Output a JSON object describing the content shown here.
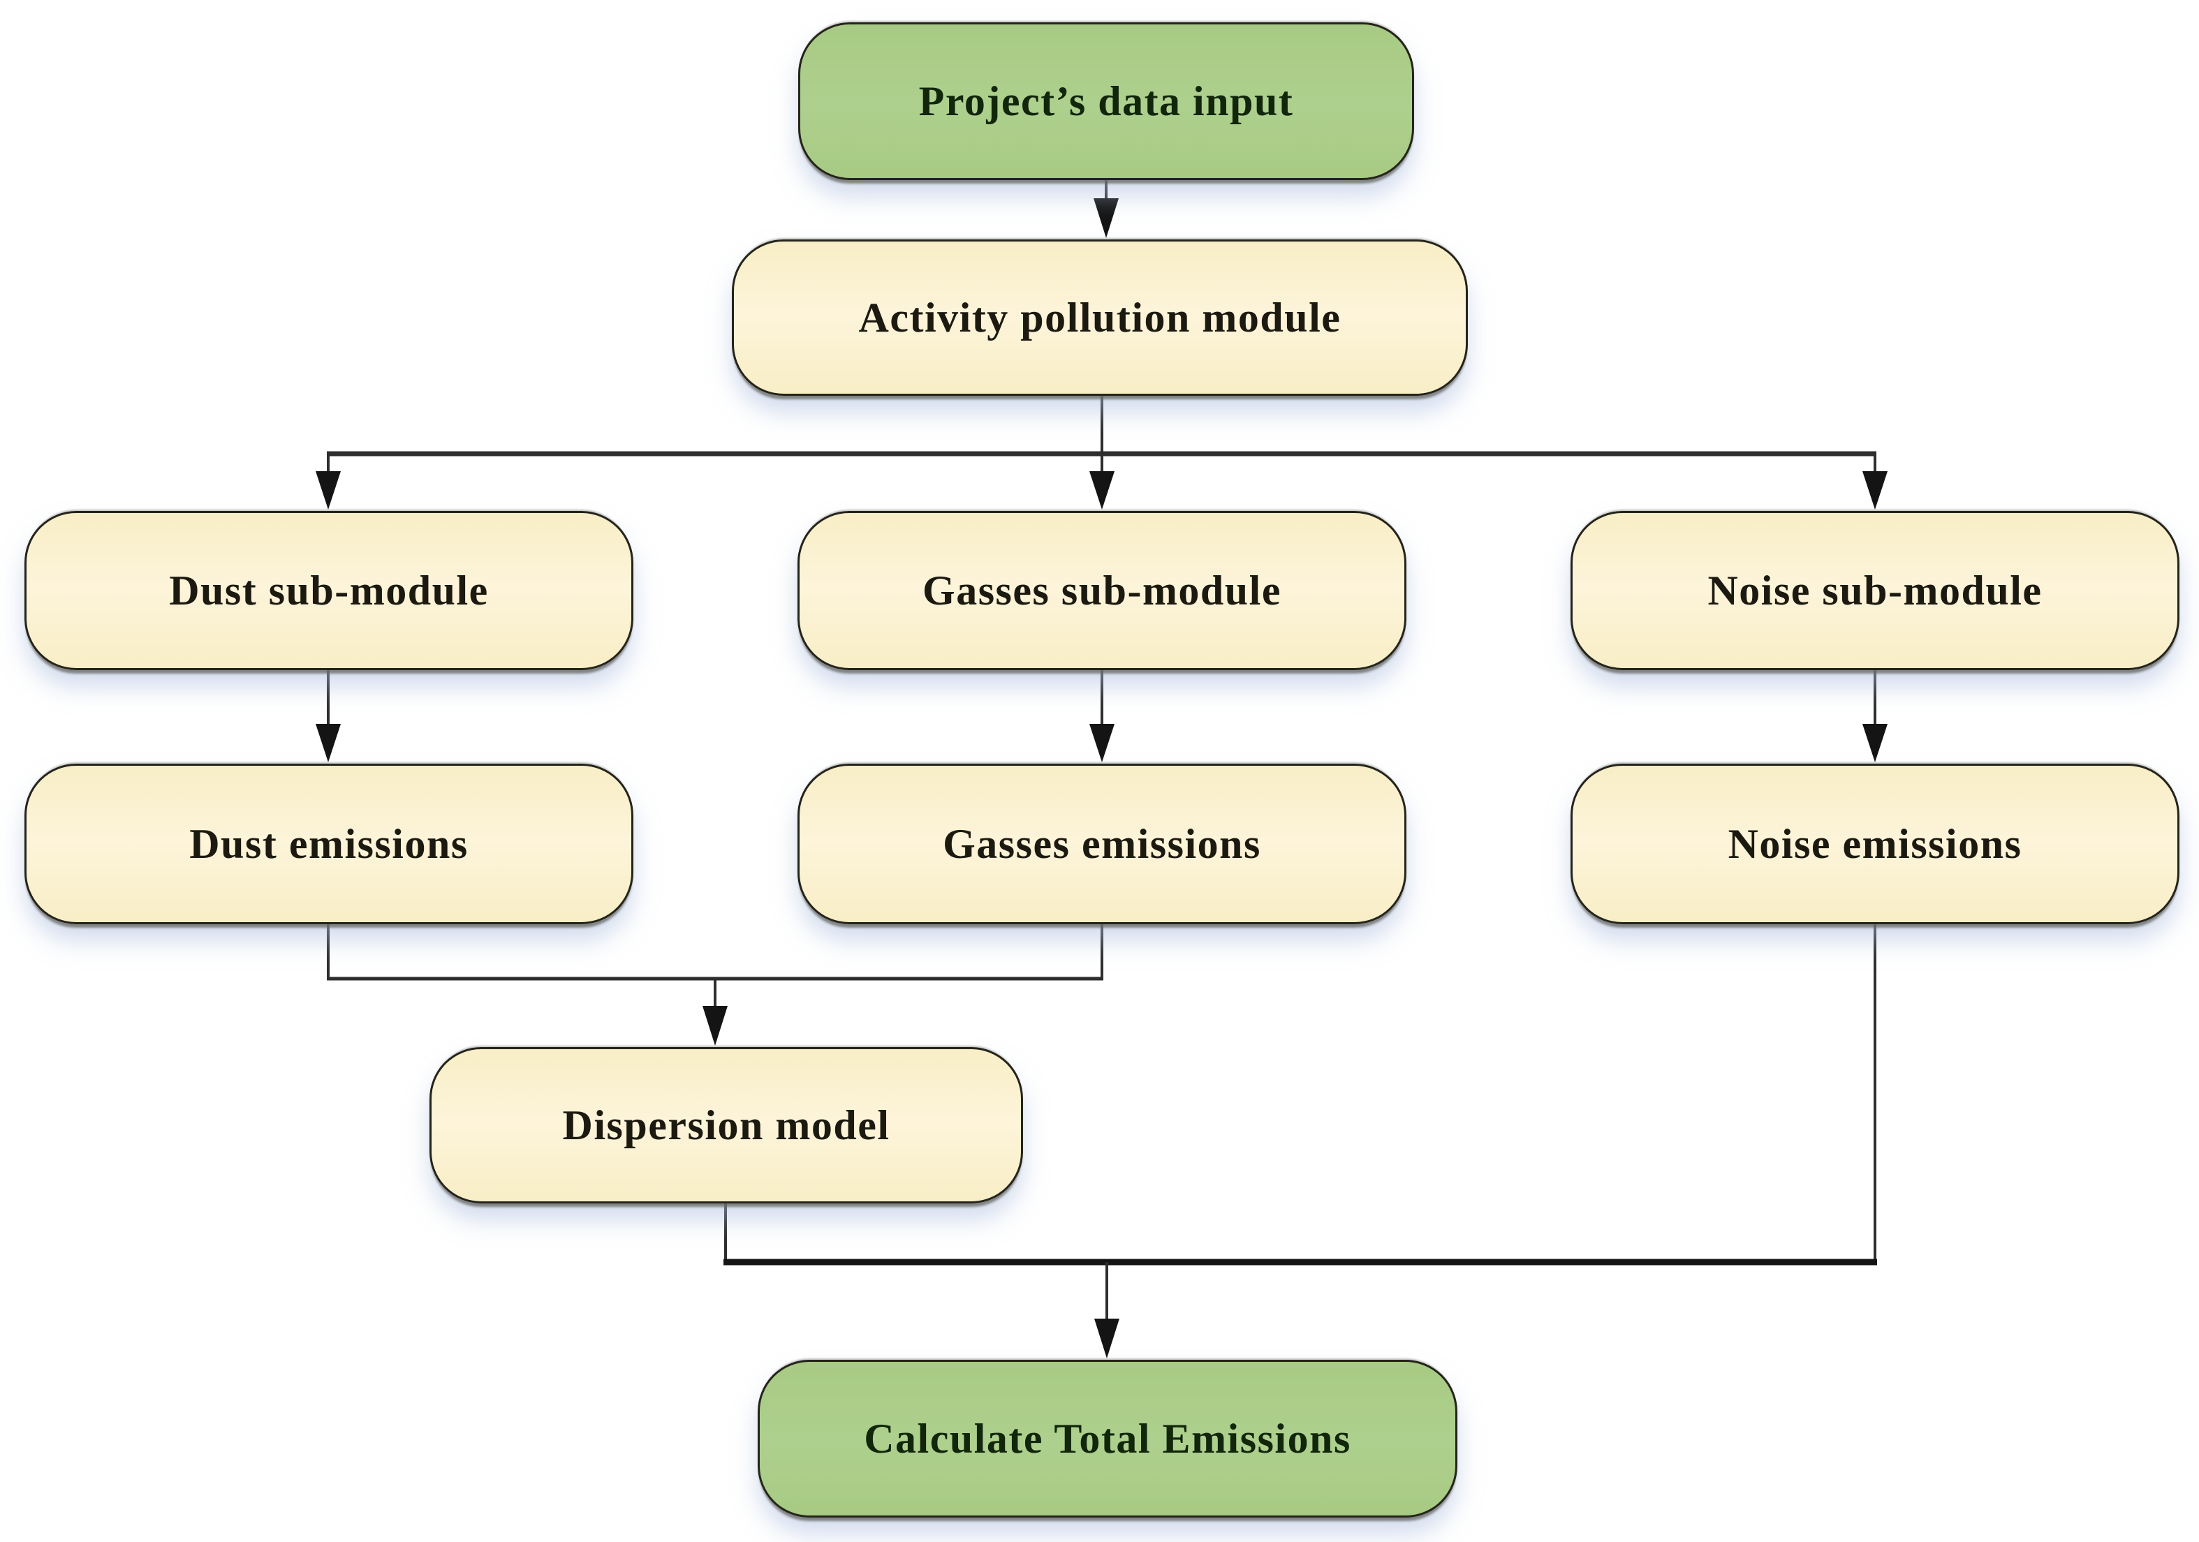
{
  "diagram_type": "flowchart",
  "colors": {
    "canvas_bg": "#ffffff",
    "green_fill": "#a7ca83",
    "green_fill_light": "#aed08e",
    "green_text": "#11260b",
    "cream_fill": "#f8eec6",
    "cream_fill_light": "#fdf4da",
    "cream_text": "#1c1a10",
    "node_border": "#24241b",
    "line": "#2e2e2e",
    "line_dark": "#141414"
  },
  "nodes": {
    "project_data_input": {
      "label": "Project’s data input",
      "shape": "rounded-rectangle",
      "color": "green"
    },
    "activity_pollution_module": {
      "label": "Activity pollution module",
      "shape": "rounded-rectangle",
      "color": "cream"
    },
    "dust_sub_module": {
      "label": "Dust sub-module",
      "shape": "rounded-rectangle",
      "color": "cream"
    },
    "gasses_sub_module": {
      "label": "Gasses sub-module",
      "shape": "rounded-rectangle",
      "color": "cream"
    },
    "noise_sub_module": {
      "label": "Noise sub-module",
      "shape": "rounded-rectangle",
      "color": "cream"
    },
    "dust_emissions": {
      "label": "Dust emissions",
      "shape": "rounded-rectangle",
      "color": "cream"
    },
    "gasses_emissions": {
      "label": "Gasses emissions",
      "shape": "rounded-rectangle",
      "color": "cream"
    },
    "noise_emissions": {
      "label": "Noise emissions",
      "shape": "rounded-rectangle",
      "color": "cream"
    },
    "dispersion_model": {
      "label": "Dispersion model",
      "shape": "rounded-rectangle",
      "color": "cream"
    },
    "calculate_total_emissions": {
      "label": "Calculate Total Emissions",
      "shape": "rounded-rectangle",
      "color": "green"
    }
  },
  "edges": [
    {
      "from": "project_data_input",
      "to": "activity_pollution_module"
    },
    {
      "from": "activity_pollution_module",
      "to": "dust_sub_module"
    },
    {
      "from": "activity_pollution_module",
      "to": "gasses_sub_module"
    },
    {
      "from": "activity_pollution_module",
      "to": "noise_sub_module"
    },
    {
      "from": "dust_sub_module",
      "to": "dust_emissions"
    },
    {
      "from": "gasses_sub_module",
      "to": "gasses_emissions"
    },
    {
      "from": "noise_sub_module",
      "to": "noise_emissions"
    },
    {
      "from": "dust_emissions",
      "to": "dispersion_model"
    },
    {
      "from": "gasses_emissions",
      "to": "dispersion_model"
    },
    {
      "from": "dispersion_model",
      "to": "calculate_total_emissions"
    },
    {
      "from": "noise_emissions",
      "to": "calculate_total_emissions"
    }
  ]
}
